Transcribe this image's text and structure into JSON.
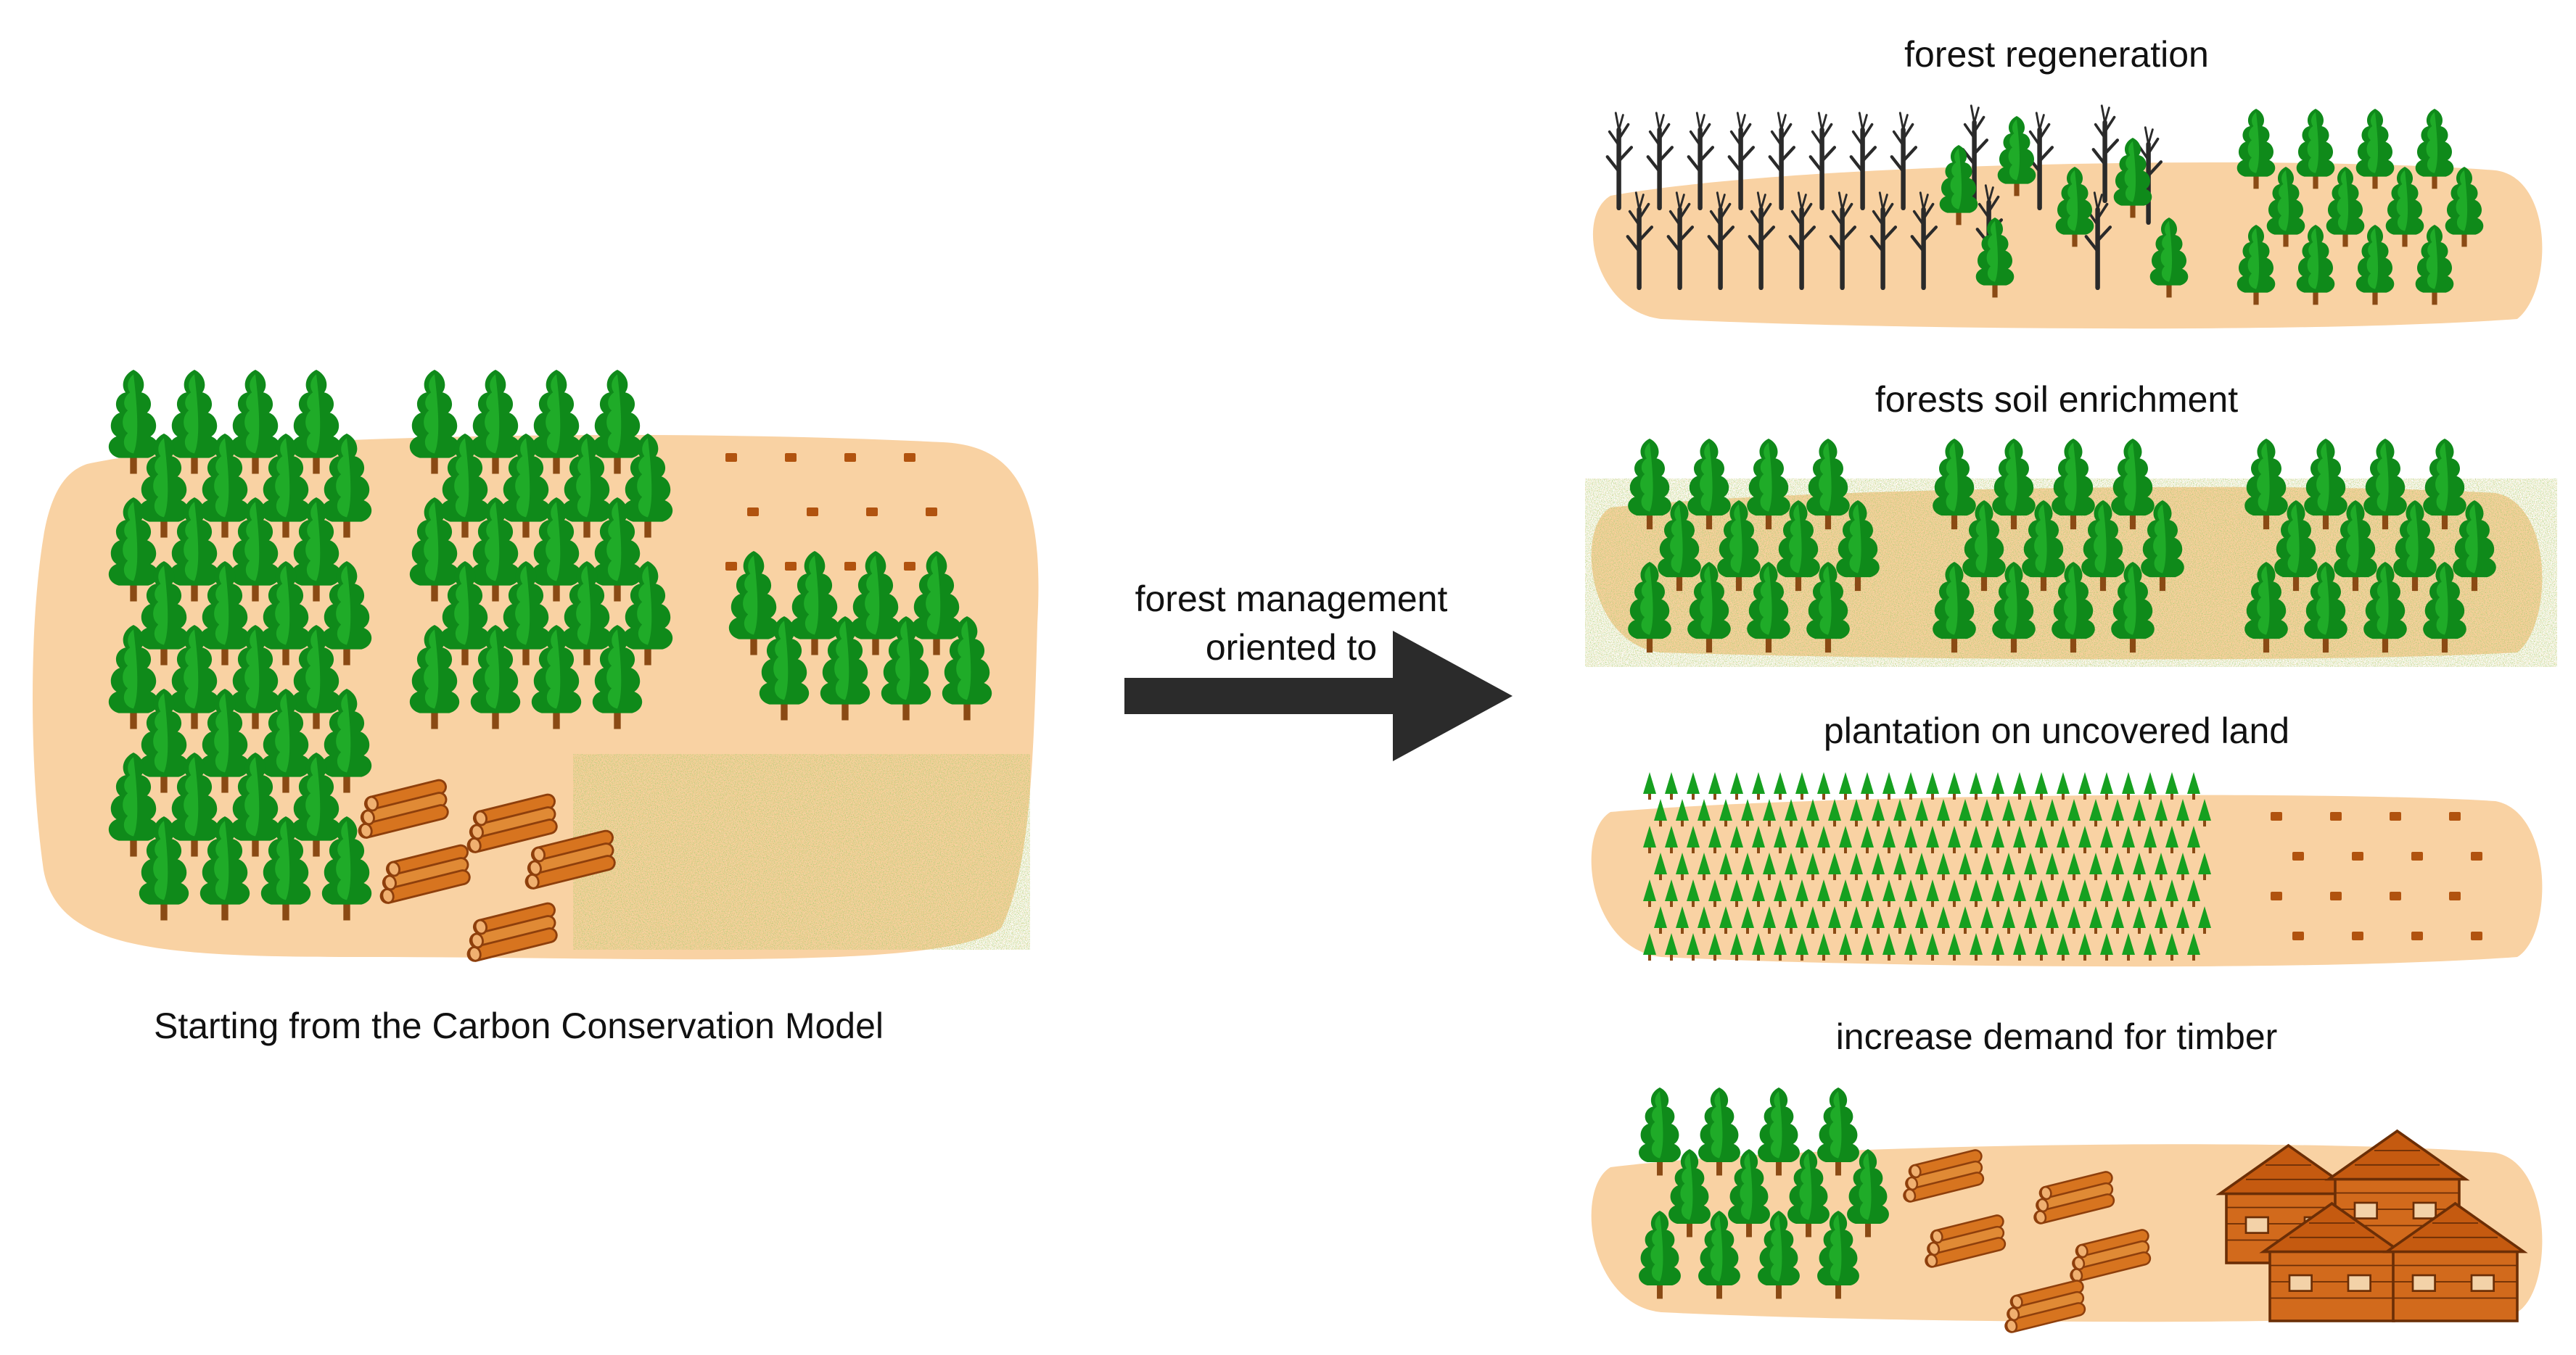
{
  "left": {
    "caption": "Starting from the Carbon Conservation Model"
  },
  "arrow": {
    "line1": "forest management",
    "line2": "oriented to"
  },
  "outcomes": [
    {
      "id": "regeneration",
      "title": "forest regeneration"
    },
    {
      "id": "soil",
      "title": "forests soil enrichment"
    },
    {
      "id": "plantation",
      "title": "plantation on uncovered land"
    },
    {
      "id": "timber",
      "title": "increase demand for timber"
    }
  ],
  "colors": {
    "ground": "#f9d2a3",
    "tree_dark": "#0f8a1a",
    "tree_light": "#22b02b",
    "trunk": "#8a4a14",
    "dead_tree": "#2a2a2a",
    "log": "#d7741f",
    "log_dark": "#8e3f0c",
    "house": "#d26a1c",
    "arrow": "#2b2b2b",
    "seed": "#b1530f"
  },
  "icons": [
    "pine-tree-icon",
    "dead-tree-icon",
    "log-pile-icon",
    "seed-hole-icon",
    "wooden-house-icon",
    "sapling-icon",
    "arrow-icon"
  ]
}
